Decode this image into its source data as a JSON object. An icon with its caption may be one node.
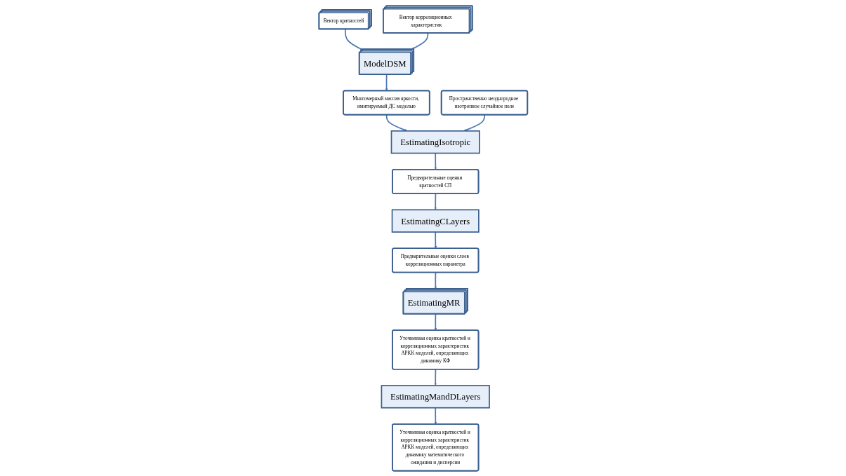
{
  "diagram": {
    "nodes": [
      {
        "text": [
          "Вектор кратностей"
        ]
      },
      {
        "text": [
          "Вектор корреляционных характеристик"
        ]
      },
      {
        "text": [
          "ModelDSM"
        ]
      },
      {
        "text": [
          "Многомерный массив яркости, имитируемый ДС моделью"
        ]
      },
      {
        "text": [
          "Пространственно неоднородное изотропное случайное поле"
        ]
      },
      {
        "text": [
          "EstimatingIsotropic"
        ]
      },
      {
        "text": [
          "Предварительные оценки кратностей СП"
        ]
      },
      {
        "text": [
          "EstimatingCLayers"
        ]
      },
      {
        "text": [
          "Предварительные оценки слоев корреляционных параметра"
        ]
      },
      {
        "text": [
          "EstimatingMR"
        ]
      },
      {
        "text": [
          "Уточненная оценка кратностей и корреляционных характеристик АРКК моделей, определяющих динамику КФ"
        ]
      },
      {
        "text": [
          "EstimatingMandDLayers"
        ]
      },
      {
        "text": [
          "Уточненная оценка кратностей и корреляционных характеристик АРКК моделей, определяющих динамику математического ожидания и дисперсии"
        ]
      }
    ],
    "edges": [
      {
        "from": 0,
        "to": 2,
        "arrow": "to"
      },
      {
        "from": 1,
        "to": 2,
        "arrow": "to"
      },
      {
        "from": 2,
        "to": 3,
        "arrow": "to"
      },
      {
        "from": 3,
        "to": 5,
        "arrow": "to"
      },
      {
        "from": 4,
        "to": 5,
        "arrow": "to"
      },
      {
        "from": 5,
        "to": 6,
        "arrow": "to"
      },
      {
        "from": 6,
        "to": 7,
        "arrow": "to"
      },
      {
        "from": 7,
        "to": 8,
        "arrow": "to"
      },
      {
        "from": 8,
        "to": 9,
        "arrow": "to"
      },
      {
        "from": 9,
        "to": 10,
        "arrow": "to"
      },
      {
        "from": 10,
        "to": 11,
        "arrow": "to"
      },
      {
        "from": 11,
        "to": 12,
        "arrow": "to"
      }
    ]
  }
}
